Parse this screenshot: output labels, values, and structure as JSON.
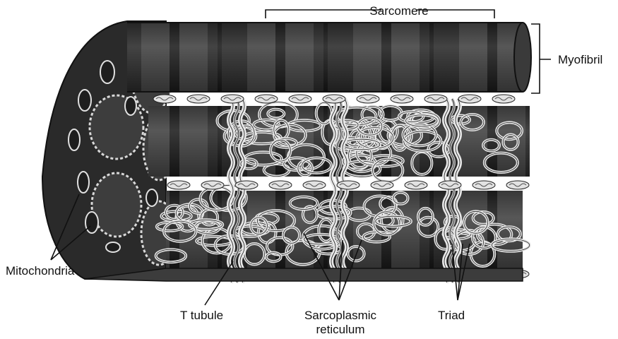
{
  "labels": {
    "sarcomere": "Sarcomere",
    "myofibril": "Myofibril",
    "mitochondria": "Mitochondria",
    "t_tubule": "T tubule",
    "sarcoplasmic_line1": "Sarcoplasmic",
    "sarcoplasmic_line2": "reticulum",
    "triad": "Triad"
  },
  "colors": {
    "fiber_dark": "#2b2b2b",
    "fiber_band_light": "#6a6a6a",
    "fiber_band_dark": "#141414",
    "reticulum": "#e6e6e6",
    "outline": "#111111",
    "background": "#ffffff"
  }
}
